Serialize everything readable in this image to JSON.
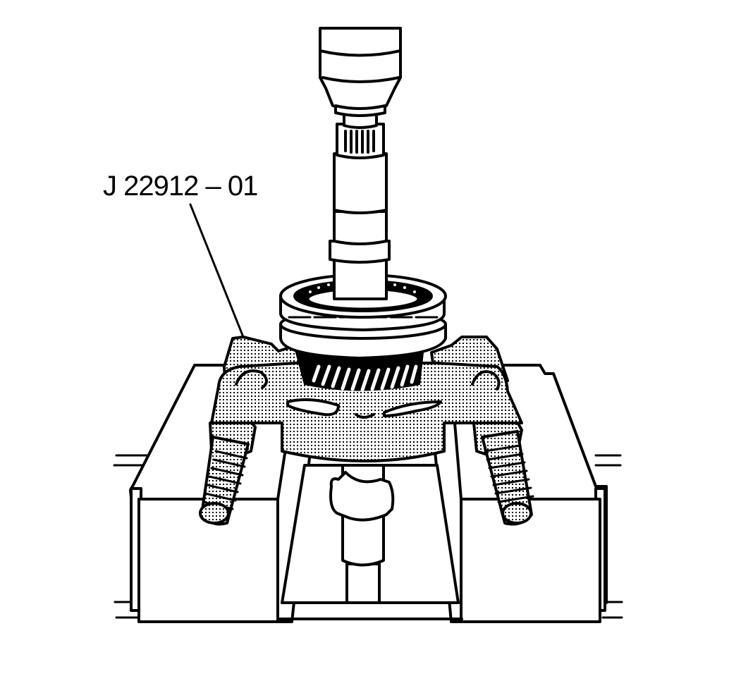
{
  "figure": {
    "type": "technical-illustration",
    "style": "black line art with stippled shading",
    "callouts": [
      {
        "id": "tool",
        "label": "J 22912 – 01",
        "target": "bearing-puller-plate"
      }
    ],
    "components": [
      "press-ram",
      "spline-shaft-adapter",
      "mainshaft",
      "synchronizer-assembly",
      "helical-gear",
      "bearing-puller-plate",
      "threaded-studs",
      "press-bed-blocks",
      "lower-shaft"
    ],
    "colors": {
      "line": "#000000",
      "background": "#ffffff",
      "shade": "stipple"
    }
  }
}
